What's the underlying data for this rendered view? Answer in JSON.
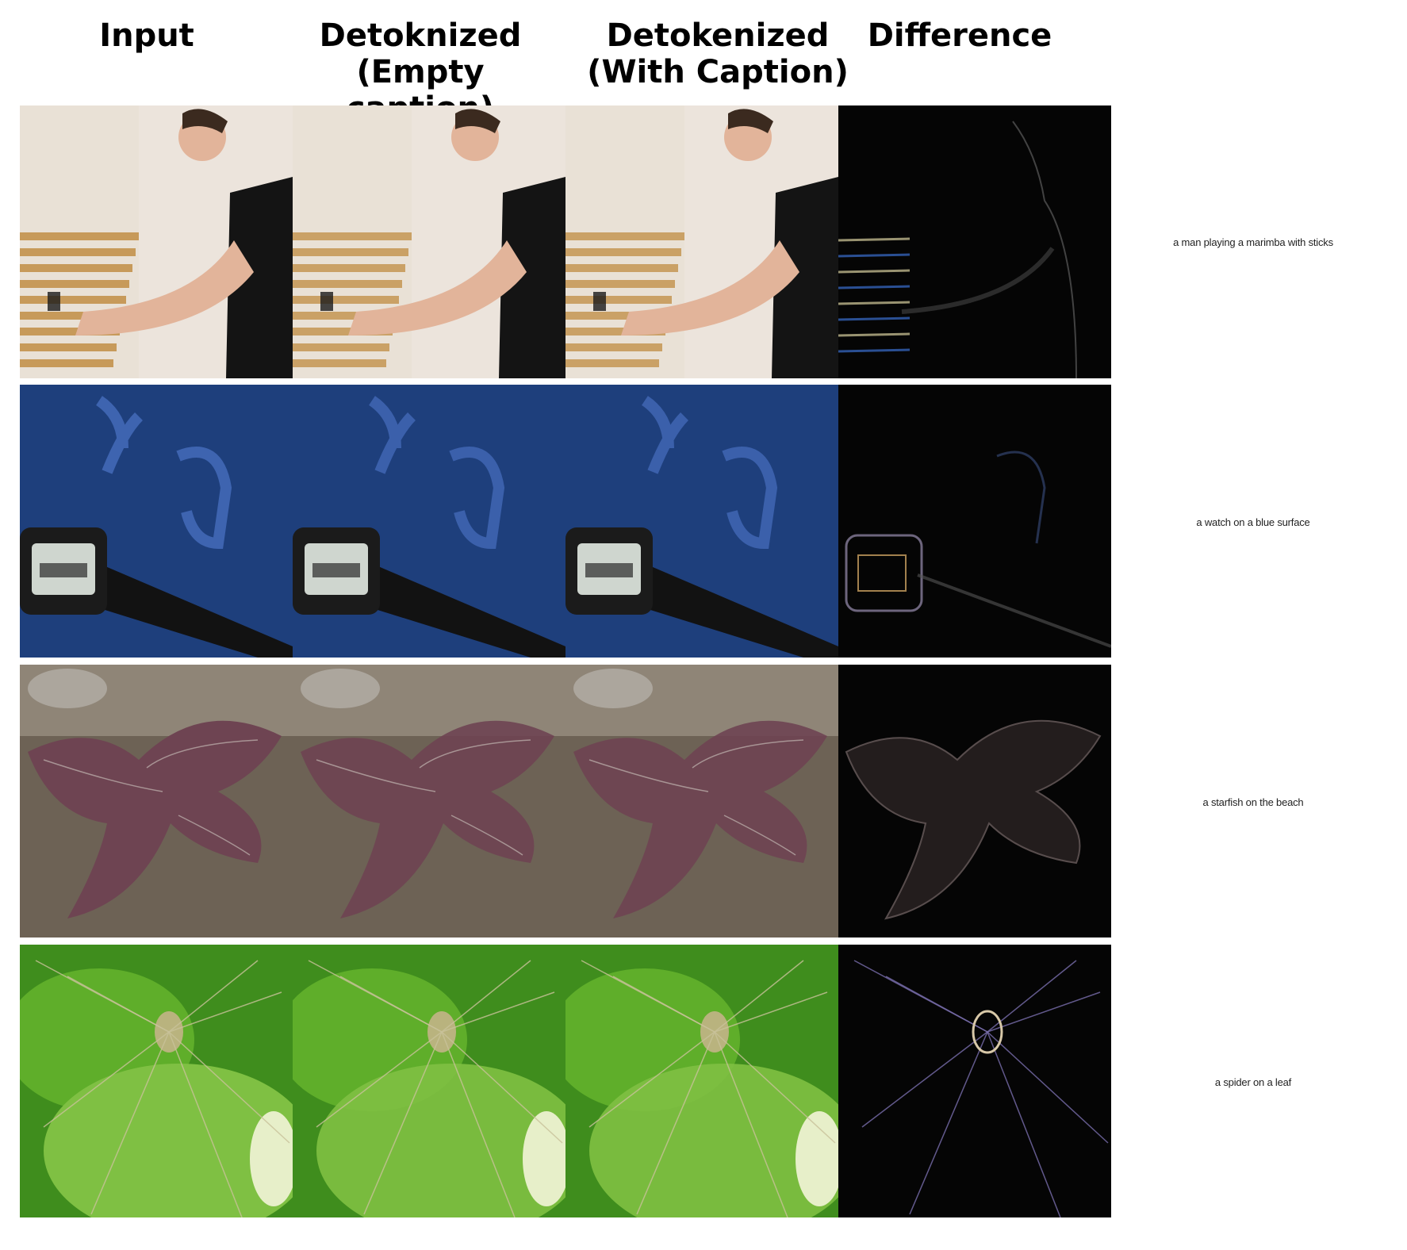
{
  "headers": {
    "input": "Input",
    "detok_empty": "Detoknized\n(Empty caption)",
    "detok_caption": "Detokenized\n(With Caption)",
    "difference": "Difference"
  },
  "rows": [
    {
      "caption": "a man playing a marimba with sticks",
      "subject": "marimba-player",
      "palette": {
        "bg": "#ece4dc",
        "main": "#141414",
        "accent": "#c79a5a",
        "skin": "#e2b49a"
      }
    },
    {
      "caption": "a watch on a blue surface",
      "subject": "watch",
      "palette": {
        "bg": "#1e3f7c",
        "main": "#121212",
        "accent": "#3e64b0",
        "skin": "#cfd6cf"
      }
    },
    {
      "caption": "a starfish on the beach",
      "subject": "starfish",
      "palette": {
        "bg": "#6d6255",
        "main": "#6e4452",
        "accent": "#cfc8c2",
        "skin": "#8d7f70"
      }
    },
    {
      "caption": "a spider on a leaf",
      "subject": "spider",
      "palette": {
        "bg": "#3f8d1d",
        "main": "#7fc043",
        "accent": "#e7efc9",
        "skin": "#b9b37e"
      }
    }
  ]
}
